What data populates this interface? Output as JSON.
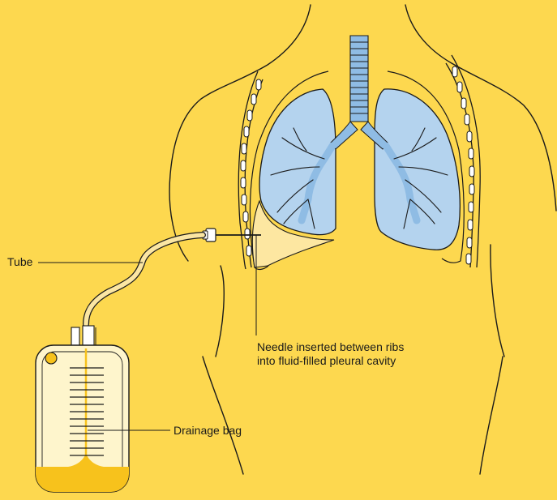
{
  "labels": {
    "tube": "Tube",
    "needle_line1": "Needle inserted between ribs",
    "needle_line2": "into fluid-filled pleural cavity",
    "drainage_bag": "Drainage bag"
  },
  "colors": {
    "background": "#FDD84F",
    "lung_fill": "#B4D3EE",
    "airway_fill": "#8FBCE4",
    "fluid_fill": "#FDE7A1",
    "bag_body": "#FEF5CC",
    "bag_liquid": "#F7C21C",
    "tube_fill": "#FBE6A3",
    "outline": "#1a1a1a"
  },
  "icons": {
    "lungs": "lungs-icon",
    "trachea": "trachea-icon",
    "drainage_bag": "drainage-bag-icon",
    "needle": "needle-icon",
    "tube": "tube-icon"
  }
}
